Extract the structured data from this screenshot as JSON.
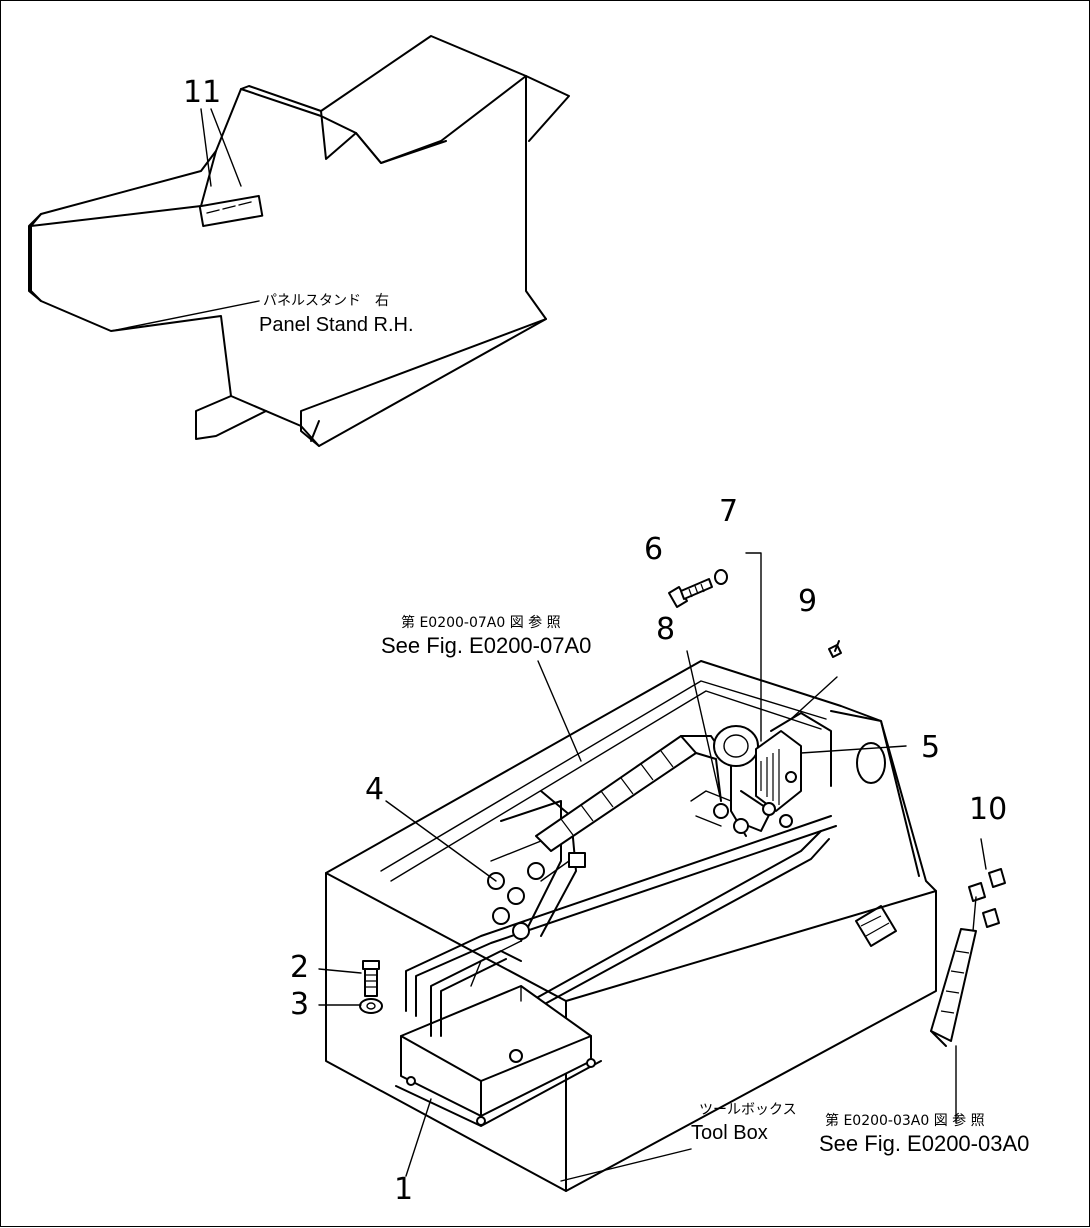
{
  "callouts": {
    "c1": "1",
    "c2": "2",
    "c3": "3",
    "c4": "4",
    "c5": "5",
    "c6": "6",
    "c7": "7",
    "c8": "8",
    "c9": "9",
    "c10": "10",
    "c11": "11"
  },
  "labels": {
    "panel_stand_jp": "パネルスタンド　右",
    "panel_stand_en": "Panel  Stand  R.H.",
    "ref_07_jp": "第 E0200-07A0 図 参 照",
    "ref_07_en": "See Fig. E0200-07A0",
    "toolbox_jp": "ツールボックス",
    "toolbox_en": "Tool  Box",
    "ref_03_jp": "第 E0200-03A0 図 参 照",
    "ref_03_en": "See Fig. E0200-03A0"
  }
}
